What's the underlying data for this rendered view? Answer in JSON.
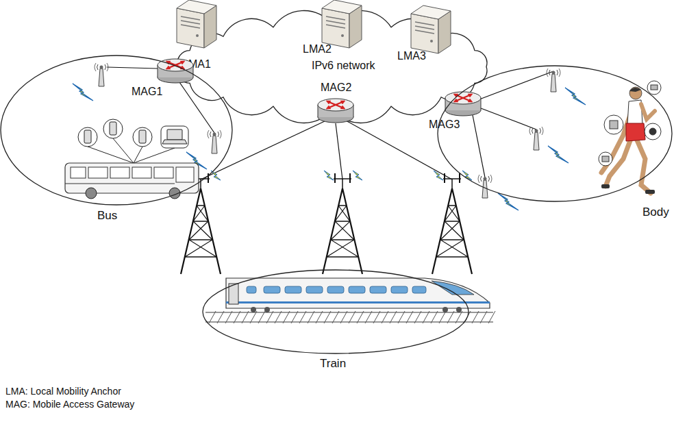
{
  "diagram": {
    "nodes": [
      {
        "text": [
          "IPv6 network"
        ]
      },
      {
        "text": [
          "LMA1"
        ],
        "in": 0
      },
      {
        "text": [
          "LMA2"
        ],
        "in": 0
      },
      {
        "text": [
          "LMA3"
        ],
        "in": 0
      },
      {
        "text": [
          "MAG1"
        ]
      },
      {
        "text": [
          "MAG2"
        ]
      },
      {
        "text": [
          "MAG3"
        ]
      },
      {
        "text": [
          "Bus"
        ]
      },
      {
        "text": [
          "Train"
        ]
      },
      {
        "text": [
          "Body"
        ]
      }
    ],
    "labels": [
      "LMA: Local Mobility Anchor",
      "MAG: Mobile Access Gateway"
    ]
  }
}
